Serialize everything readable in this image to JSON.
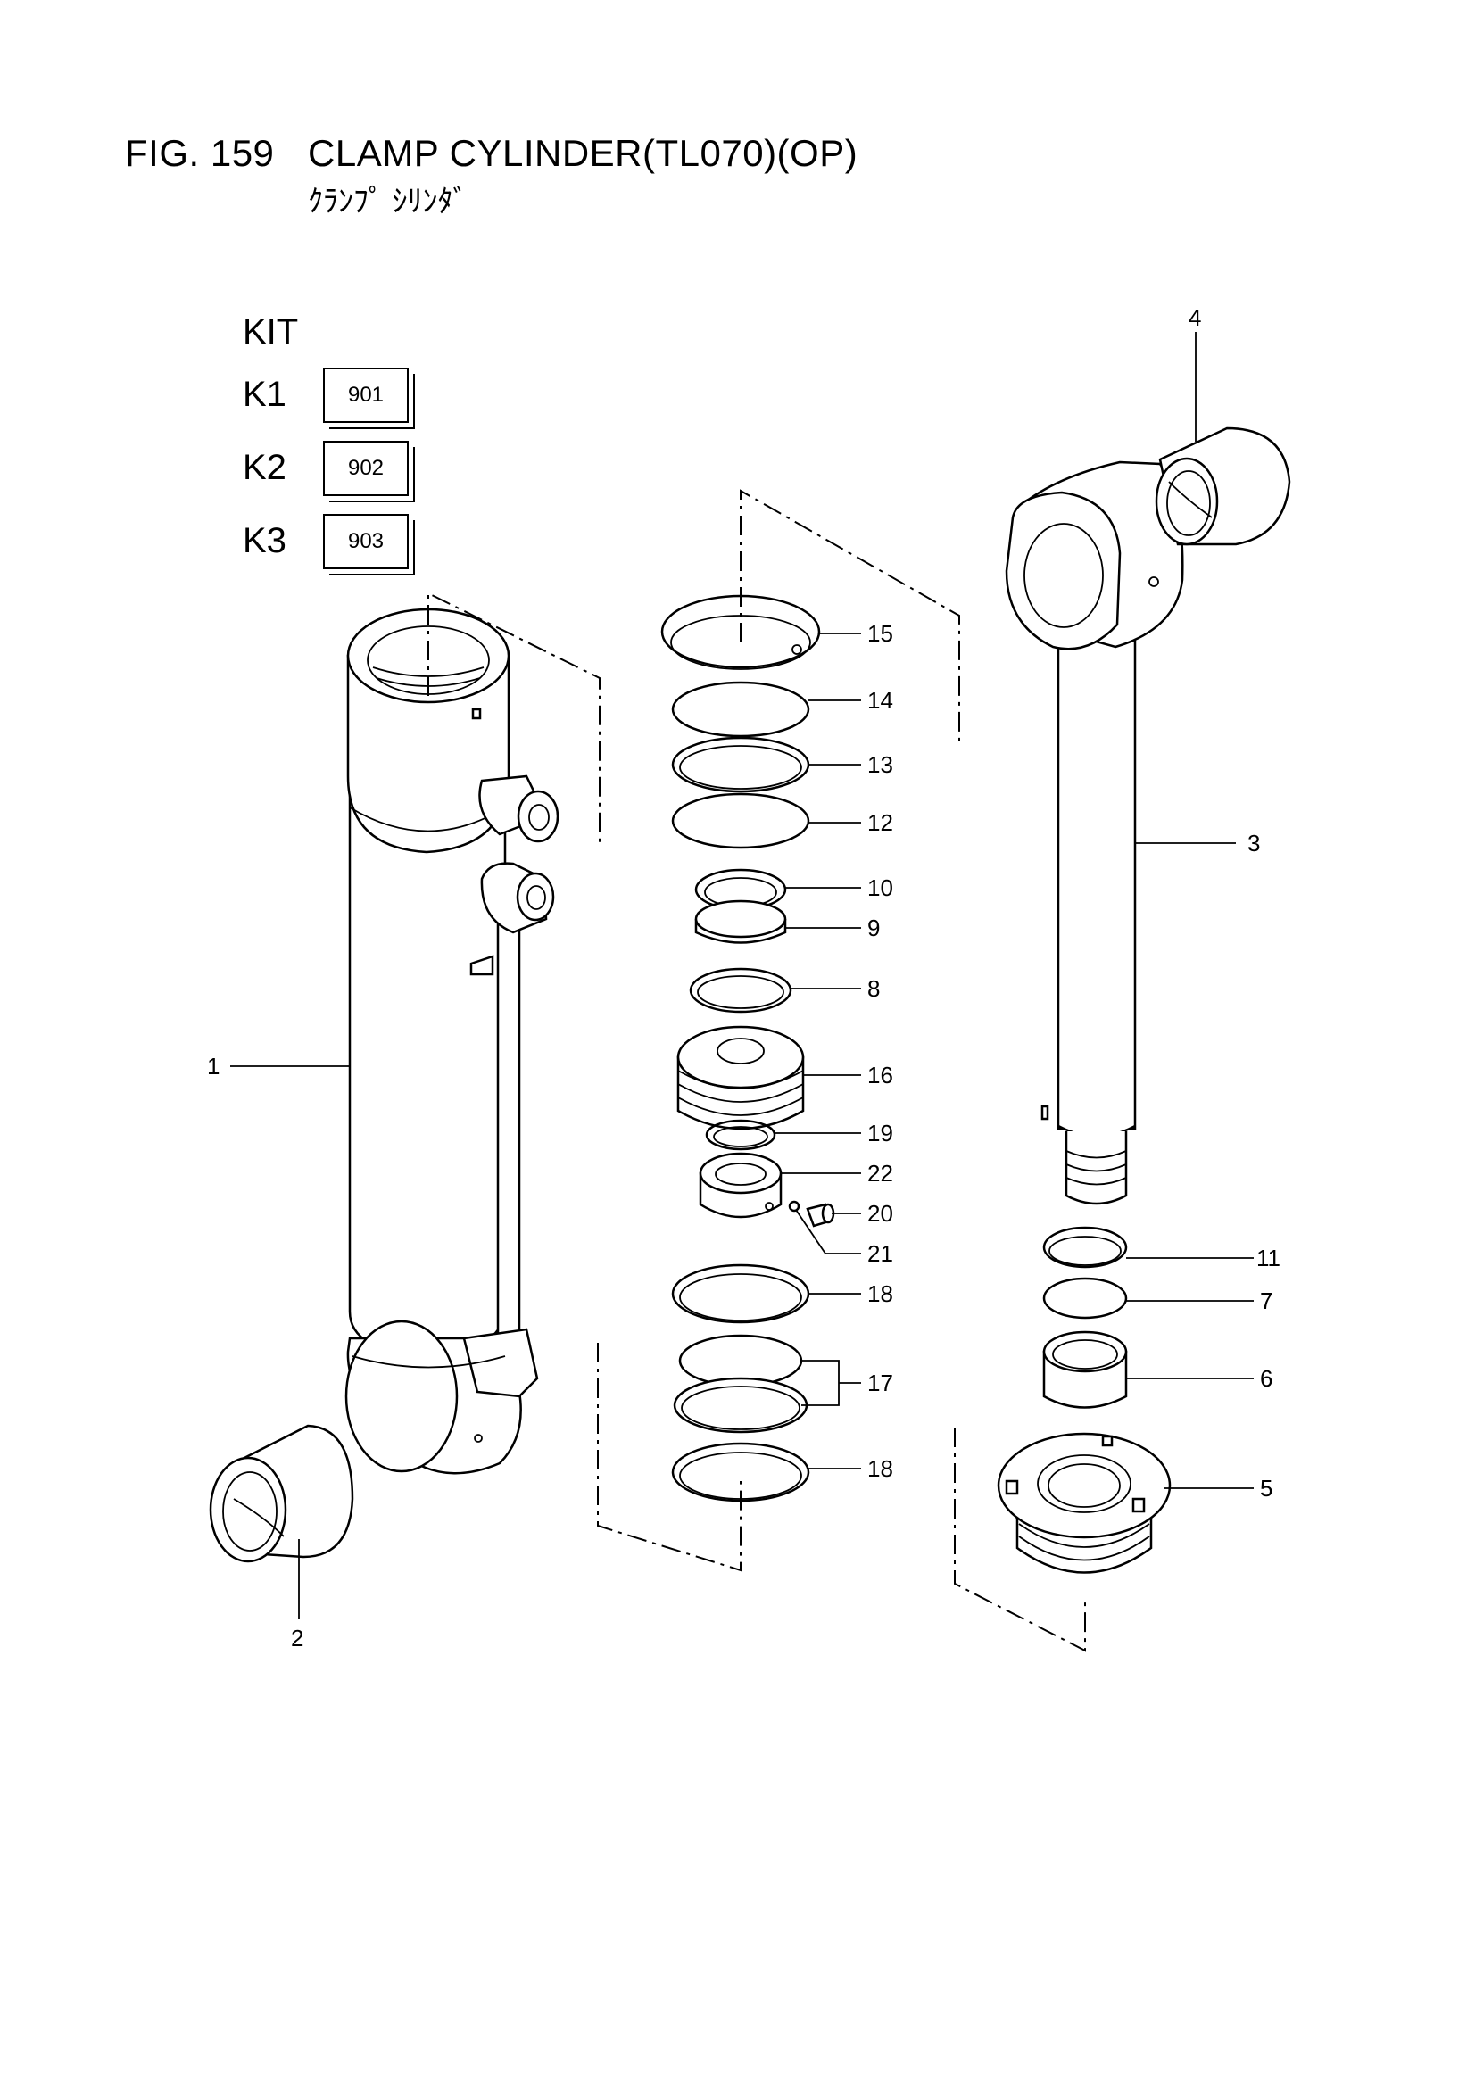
{
  "figure": {
    "number": "FIG. 159",
    "title": "CLAMP CYLINDER(TL070)(OP)",
    "subtitle": "ｸﾗﾝﾌﾟ ｼﾘﾝﾀﾞ"
  },
  "kit": {
    "heading": "KIT",
    "items": [
      {
        "label": "K1",
        "code": "901"
      },
      {
        "label": "K2",
        "code": "902"
      },
      {
        "label": "K3",
        "code": "903"
      }
    ]
  },
  "callouts": {
    "c1": "1",
    "c2": "2",
    "c3": "3",
    "c4": "4",
    "c5": "5",
    "c6": "6",
    "c7": "7",
    "c8": "8",
    "c9": "9",
    "c10": "10",
    "c11": "11",
    "c12": "12",
    "c13": "13",
    "c14": "14",
    "c15": "15",
    "c16": "16",
    "c17": "17",
    "c18a": "18",
    "c18b": "18",
    "c19": "19",
    "c20": "20",
    "c21": "21",
    "c22": "22"
  }
}
